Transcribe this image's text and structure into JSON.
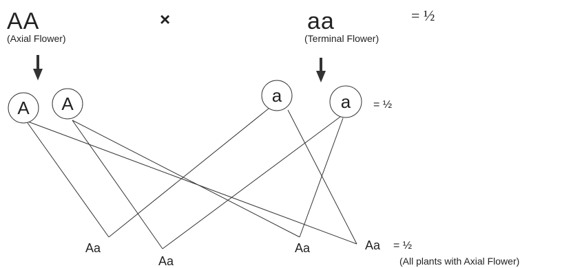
{
  "parents": {
    "left": {
      "genotype": "AA",
      "phenotype": "(Axial Flower)"
    },
    "cross_symbol": "×",
    "right": {
      "genotype": "aa",
      "phenotype": "(Terminal Flower)"
    },
    "ratio": "= ½"
  },
  "gametes": {
    "left": [
      "A",
      "A"
    ],
    "right": [
      "a",
      "a"
    ],
    "ratio": "= ½"
  },
  "offspring": {
    "genotypes": [
      "Aa",
      "Aa",
      "Aa",
      "Aa"
    ],
    "ratio": "= ½",
    "note": "(All plants with Axial Flower)"
  },
  "colors": {
    "ink": "#333333",
    "background": "#ffffff"
  }
}
